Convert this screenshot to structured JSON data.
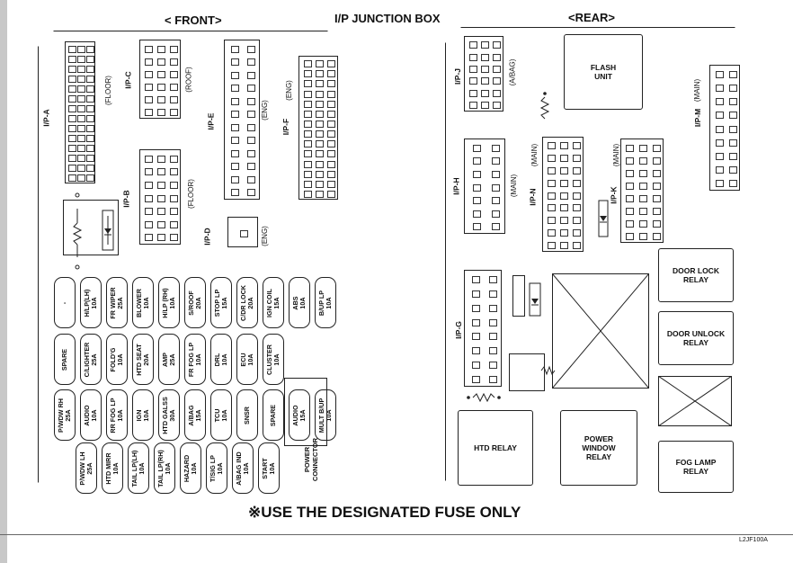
{
  "title": "I/P JUNCTION BOX",
  "front_label": "< FRONT>",
  "rear_label": "<REAR>",
  "note": "※USE THE DESIGNATED FUSE ONLY",
  "code": "L2JF100A",
  "connectors": {
    "ipa": {
      "label": "I/P-A",
      "loc": "(FLOOR)"
    },
    "ipb": {
      "label": "I/P-B",
      "loc": "(FLOOR)"
    },
    "ipc": {
      "label": "I/P-C",
      "loc": "(ROOF)"
    },
    "ipd": {
      "label": "I/P-D",
      "loc": "(ENG)"
    },
    "ipe": {
      "label": "I/P-E",
      "loc": "(ENG)"
    },
    "ipf": {
      "label": "I/P-F",
      "loc": "(ENG)"
    },
    "ipj": {
      "label": "I/P-J",
      "loc": "(A/BAG)"
    },
    "iph": {
      "label": "I/P-H",
      "loc": "(MAIN)"
    },
    "ipn": {
      "label": "I/P-N",
      "loc": "(MAIN)"
    },
    "ipk": {
      "label": "I/P-K",
      "loc": "(MAIN)"
    },
    "ipm": {
      "label": "I/P-M",
      "loc": "(MAIN)"
    },
    "ipg": {
      "label": "I/P-G",
      "loc": ""
    }
  },
  "fuses": {
    "r1": [
      "-",
      "H/LP(LH)\n10A",
      "FR WIPER\n25A",
      "BLOWER\n10A",
      "H/LP (RH)\n10A",
      "S/ROOF\n20A",
      "STOP LP\n15A",
      "C/DR LOCK\n20A",
      "IGN COIL\n15A",
      "ABS\n10A",
      "B/UP LP\n10A"
    ],
    "r2": [
      "SPARE",
      "C/LIGHTER\n25A",
      "FOLD'G\n10A",
      "HTD SEAT\n20A",
      "AMP\n25A",
      "FR FOG LP\n10A",
      "DRL\n10A",
      "ECU\n10A",
      "CLUSTER\n10A"
    ],
    "r3": [
      "P/WDW RH\n25A",
      "AUDIO\n10A",
      "RR FOG LP\n10A",
      "IGN\n10A",
      "HTD GALSS\n30A",
      "A/BAG\n15A",
      "TCU\n10A",
      "SNSR",
      "SPARE",
      "AUDIO\n15A",
      "MULT B/UP\n10A"
    ],
    "r4": [
      "P/WDW LH\n25A",
      "HTD MIRR\n10A",
      "TAIL LP(LH)\n10A",
      "TAIL LP(RH)\n10A",
      "HAZARD\n10A",
      "T/SIG LP\n10A",
      "A/BAG IND\n10A",
      "START\n10A"
    ]
  },
  "power_connector": "POWER\nCONNECTOR",
  "relays": {
    "flash": "FLASH\nUNIT",
    "door_lock": "DOOR LOCK\nRELAY",
    "door_unlock": "DOOR UNLOCK\nRELAY",
    "htd": "HTD RELAY",
    "power_window": "POWER\nWINDOW\nRELAY",
    "fog_lamp": "FOG LAMP\nRELAY"
  }
}
